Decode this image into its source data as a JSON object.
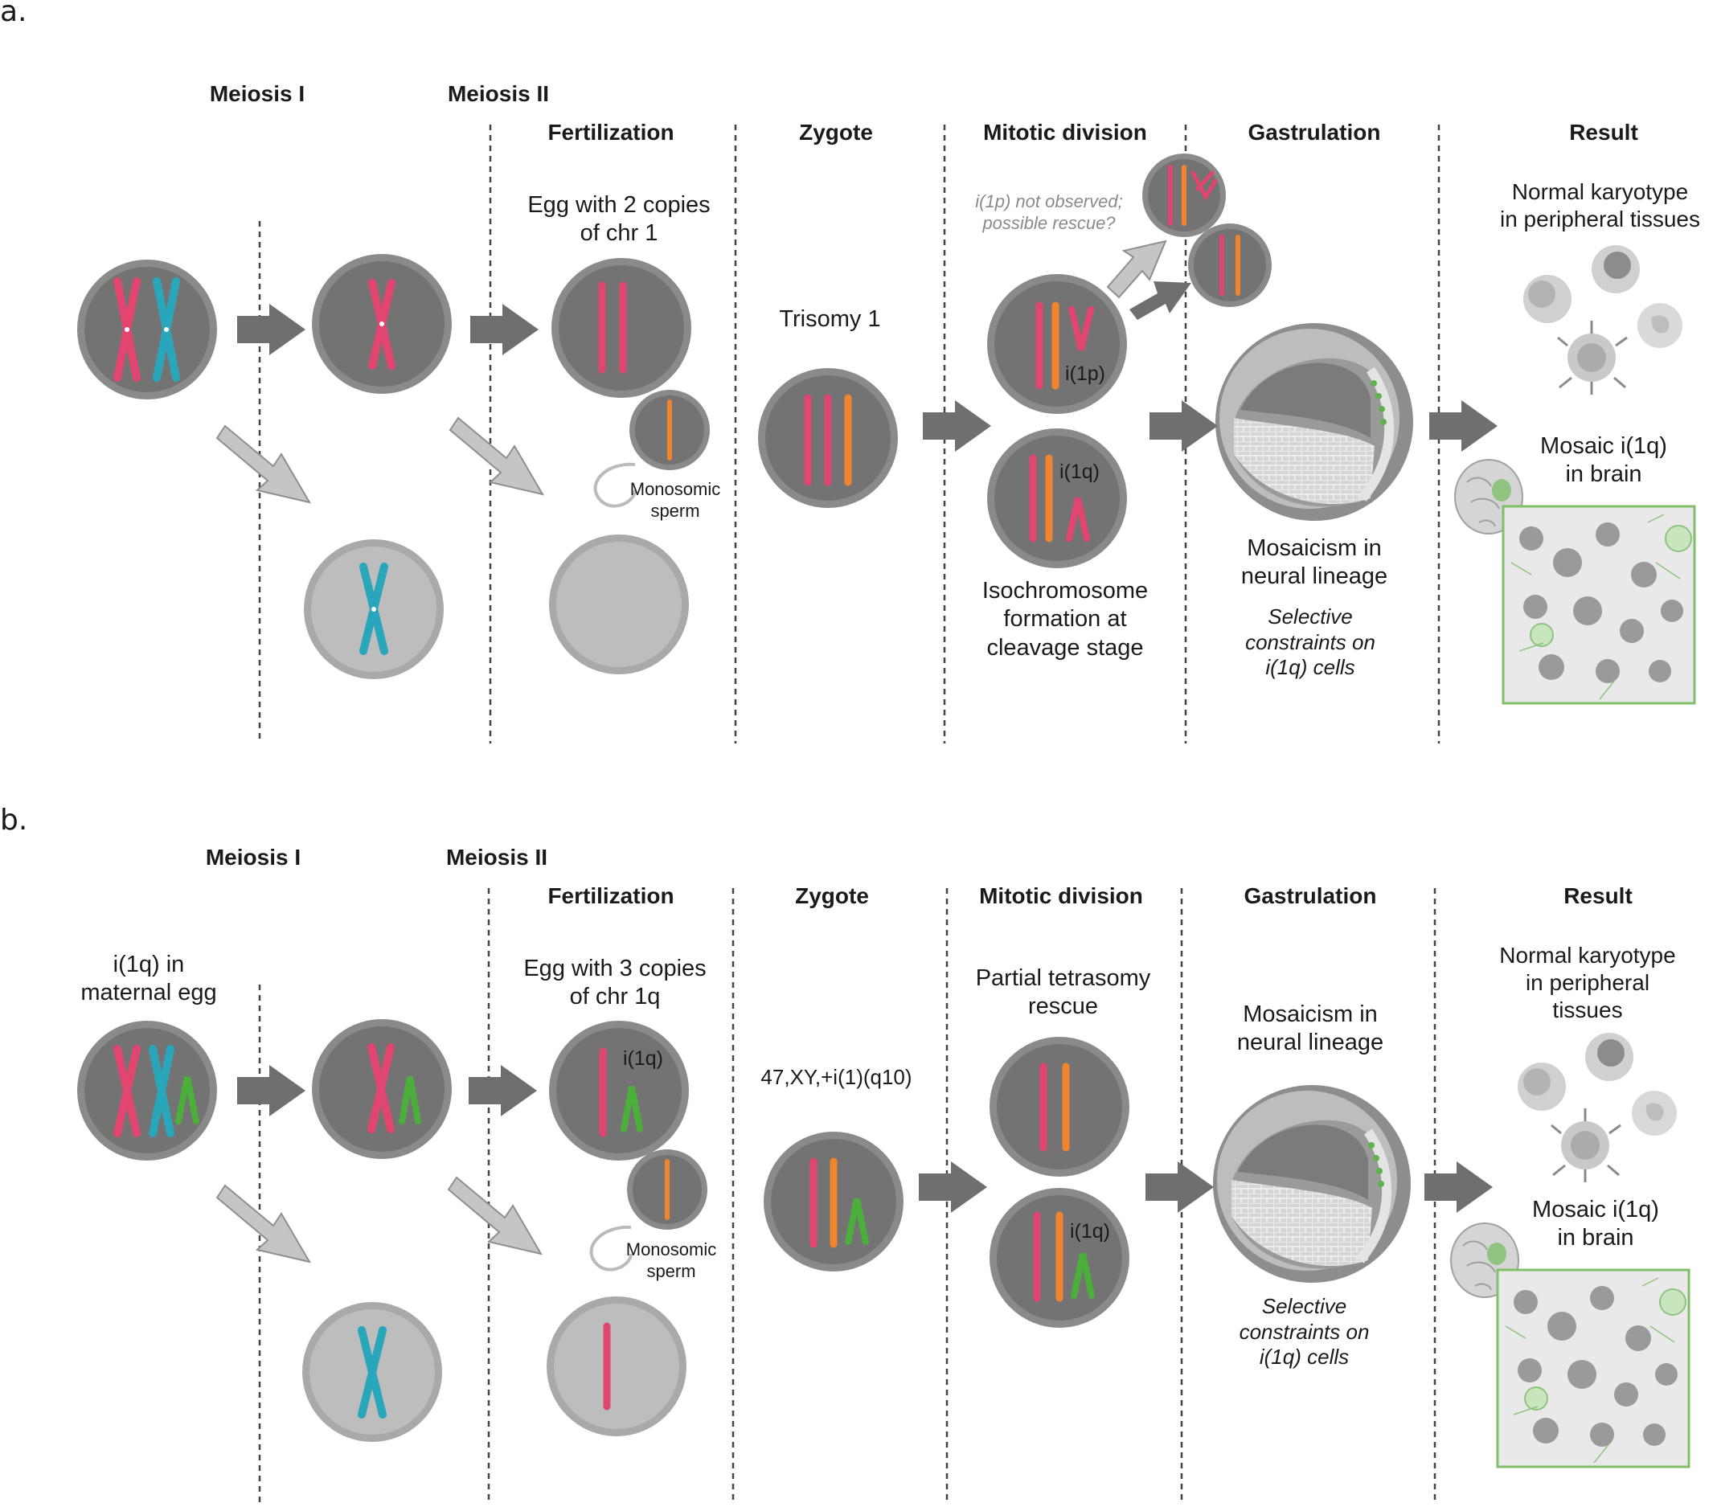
{
  "panel_a": {
    "letter": "a.",
    "stages": {
      "meiosis1": "Meiosis I",
      "meiosis2": "Meiosis II",
      "fertilization": "Fertilization",
      "zygote": "Zygote",
      "mitotic": "Mitotic division",
      "gastrulation": "Gastrulation",
      "result": "Result"
    },
    "egg_copies": "Egg with 2 copies\nof chr 1",
    "monosomic_sperm": "Monosomic\nsperm",
    "trisomy": "Trisomy 1",
    "rescue_note": "i(1p) not observed;\npossible rescue?",
    "label_i1p": "i(1p)",
    "label_i1q": "i(1q)",
    "isochromosome": "Isochromosome\nformation at\ncleavage stage",
    "mosaicism": "Mosaicism in\nneural lineage",
    "selective": "Selective\nconstraints on\ni(1q) cells",
    "normal_karyotype": "Normal karyotype\nin peripheral tissues",
    "mosaic_brain": "Mosaic i(1q)\nin brain"
  },
  "panel_b": {
    "letter": "b.",
    "stages": {
      "meiosis1": "Meiosis I",
      "meiosis2": "Meiosis II",
      "fertilization": "Fertilization",
      "zygote": "Zygote",
      "mitotic": "Mitotic division",
      "gastrulation": "Gastrulation",
      "result": "Result"
    },
    "maternal_egg": "i(1q) in\nmaternal egg",
    "egg_copies": "Egg with 3 copies\nof chr 1q",
    "label_i1q": "i(1q)",
    "monosomic_sperm": "Monosomic\nsperm",
    "karyotype": "47,XY,+i(1)(q10)",
    "partial_rescue": "Partial tetrasomy\nrescue",
    "mosaicism": "Mosaicism in\nneural lineage",
    "selective": "Selective\nconstraints on\ni(1q) cells",
    "normal_karyotype": "Normal karyotype\nin peripheral\ntissues",
    "mosaic_brain": "Mosaic i(1q)\nin brain"
  },
  "colors": {
    "maternal_chr1": "#e0466f",
    "homolog_chr1": "#2aa6bb",
    "paternal_chr1": "#f0852d",
    "isochromosome_1q": "#4caf3c",
    "cell_dark": "#707070",
    "cell_light": "#b5b5b5",
    "arrow": "#6f6f6f"
  }
}
